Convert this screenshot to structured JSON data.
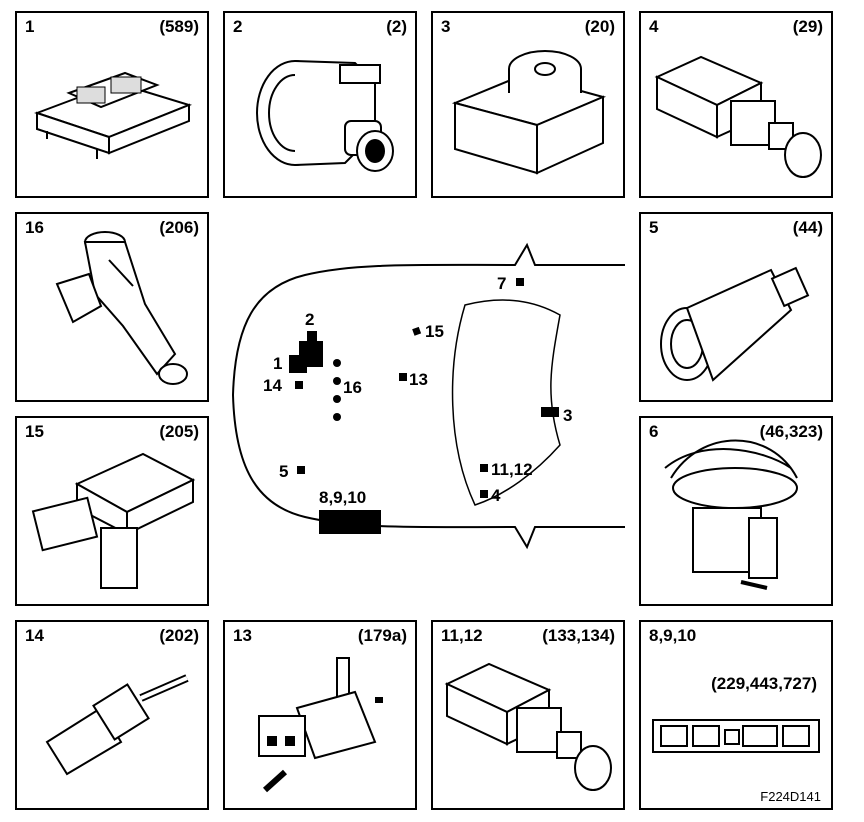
{
  "panels": [
    {
      "num": "1",
      "ref": "(589)",
      "icon": "control-module-icon"
    },
    {
      "num": "2",
      "ref": "(2)",
      "icon": "alternator-icon"
    },
    {
      "num": "3",
      "ref": "(20)",
      "icon": "ignition-switch-icon"
    },
    {
      "num": "4",
      "ref": "(29)",
      "icon": "brake-switch-icon"
    },
    {
      "num": "16",
      "ref": "(206)",
      "icon": "fuel-injector-icon"
    },
    {
      "num": "5",
      "ref": "(44)",
      "icon": "pressure-sensor-icon"
    },
    {
      "num": "15",
      "ref": "(205)",
      "icon": "airflow-sensor-icon"
    },
    {
      "num": "6",
      "ref": "(46,323)",
      "icon": "fuel-pump-icon"
    },
    {
      "num": "14",
      "ref": "(202)",
      "icon": "temperature-sensor-icon"
    },
    {
      "num": "13",
      "ref": "(179a)",
      "icon": "solenoid-valve-icon"
    },
    {
      "num": "11,12",
      "ref": "(133,134)",
      "icon": "pedal-switch-icon"
    },
    {
      "num": "8,9,10",
      "ref": "(229,443,727)",
      "icon": "relay-box-icon"
    }
  ],
  "car_labels": {
    "l1": "1",
    "l2": "2",
    "l3": "3",
    "l4": "4",
    "l5": "5",
    "l7": "7",
    "l1112": "11,12",
    "l13": "13",
    "l14": "14",
    "l15": "15",
    "l16": "16",
    "l8910": "8,9,10"
  },
  "figure_code": "F224D141"
}
